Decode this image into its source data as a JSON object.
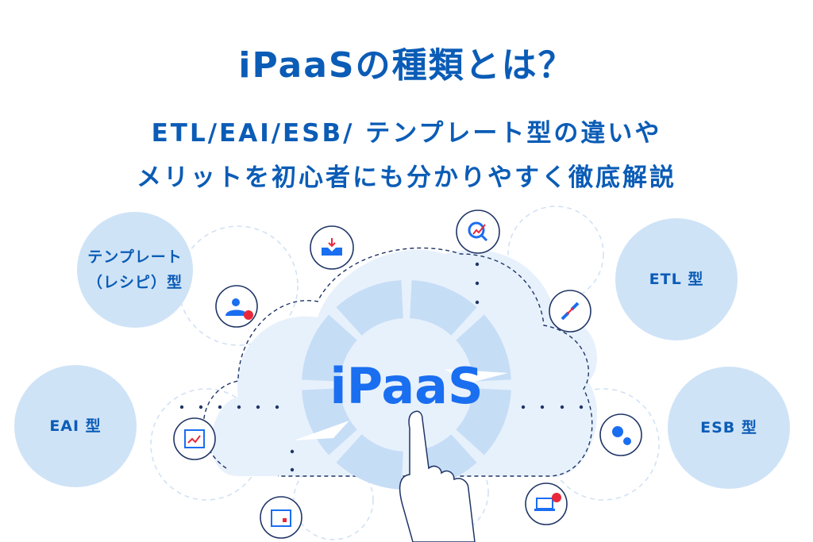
{
  "title": "iPaaSの種類とは？",
  "subtitle_line1": "ETL/EAI/ESB/ テンプレート型の違いや",
  "subtitle_line2": "メリットを初心者にも分かりやすく徹底解説",
  "center_label": "iPaaS",
  "types": {
    "template": "テンプレート\n（レシピ）型",
    "eai": "EAI 型",
    "etl": "ETL 型",
    "esb": "ESB 型"
  },
  "colors": {
    "text": "#0b5cb6",
    "bubble": "#cfe3f7",
    "cloud": "#e7f1fc",
    "ring": "#c6ddf6",
    "center": "#1a6ef0",
    "accent": "#e8283a"
  },
  "icons": [
    "download-tray-icon",
    "user-check-icon",
    "analytics-search-icon",
    "link-icon",
    "chart-window-icon",
    "gears-icon",
    "calendar-icon",
    "laptop-mail-icon",
    "pointing-hand-icon"
  ]
}
